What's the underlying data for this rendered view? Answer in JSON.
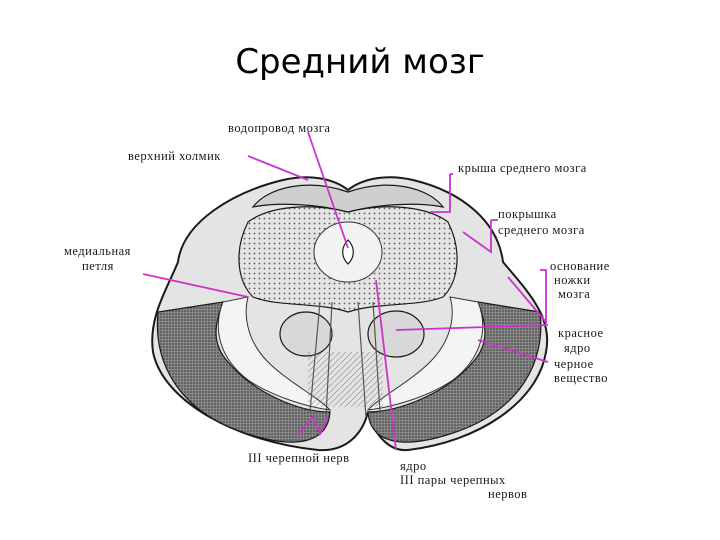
{
  "slide": {
    "title": "Средний мозг"
  },
  "labels": {
    "aqueduct": "водопровод мозга",
    "superior_colliculus": "верхний холмик",
    "tectum": "крыша среднего мозга",
    "tegmentum_1": "покрышка",
    "tegmentum_2": "среднего мозга",
    "medial_lemniscus_1": "медиальная",
    "medial_lemniscus_2": "петля",
    "basis_1": "основание",
    "basis_2": "ножки",
    "basis_3": "мозга",
    "red_nucleus_1": "красное",
    "red_nucleus_2": "ядро",
    "substantia_nigra_1": "черное",
    "substantia_nigra_2": "вещество",
    "cranial_nerve": "III черепной нерв",
    "nucleus_1": "ядро",
    "nucleus_2": "III пары черепных",
    "nucleus_3": "нервов"
  },
  "colors": {
    "leader_lines": "#cc33cc",
    "stroke": "#1a1a1a"
  }
}
